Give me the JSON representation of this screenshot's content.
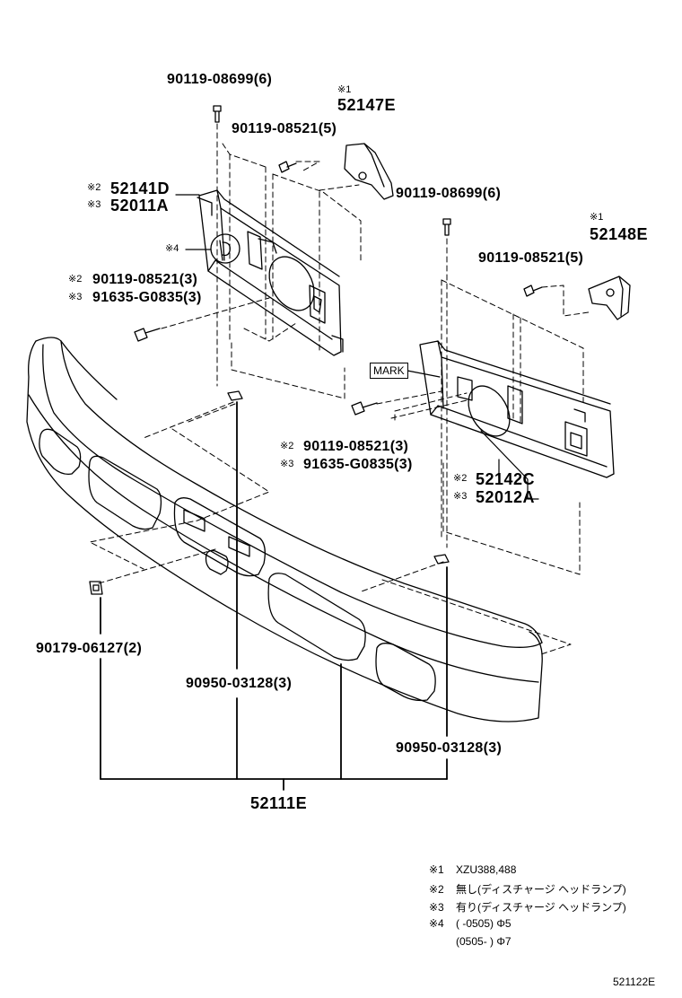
{
  "diagram_id": "521122E",
  "parts": {
    "bolt_top_left": "90119-08699(6)",
    "bracket_top": "52147E",
    "bracket_top_mark": "※1",
    "bolt_top_mid": "90119-08521(5)",
    "retainer_left_2": "52141D",
    "retainer_left_2_mark": "※2",
    "retainer_left_3": "52011A",
    "retainer_left_3_mark": "※3",
    "bolt_right_top": "90119-08699(6)",
    "note4_mark": "※4",
    "bracket_right": "52148E",
    "bracket_right_mark": "※1",
    "bolt_right_mid": "90119-08521(5)",
    "bolt_left_2": "90119-08521(3)",
    "bolt_left_2_mark": "※2",
    "bolt_left_3": "91635-G0835(3)",
    "bolt_left_3_mark": "※3",
    "mark_label": "MARK",
    "bolt_center_2": "90119-08521(3)",
    "bolt_center_2_mark": "※2",
    "bolt_center_3": "91635-G0835(3)",
    "bolt_center_3_mark": "※3",
    "retainer_right_2": "52142C",
    "retainer_right_2_mark": "※2",
    "retainer_right_3": "52012A",
    "retainer_right_3_mark": "※3",
    "nut_left": "90179-06127(2)",
    "clip_center": "90950-03128(3)",
    "clip_right": "90950-03128(3)",
    "bumper": "52111E"
  },
  "legend": [
    {
      "mark": "※1",
      "text": "XZU388,488"
    },
    {
      "mark": "※2",
      "text": "無し(ディスチャージ ヘッドランプ)"
    },
    {
      "mark": "※3",
      "text": "有り(ディスチャージ ヘッドランプ)"
    },
    {
      "mark": "※4",
      "text": "(      -0505) Φ5"
    },
    {
      "mark": "",
      "text": "(0505-      ) Φ7"
    }
  ]
}
